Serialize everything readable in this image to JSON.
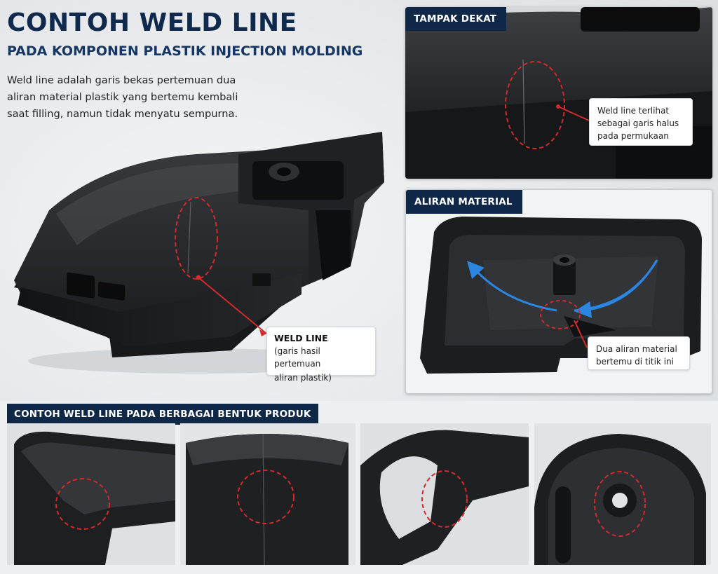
{
  "header": {
    "title": "CONTOH WELD LINE",
    "subtitle": "PADA KOMPONEN PLASTIK INJECTION MOLDING",
    "intro": "Weld line adalah garis bekas pertemuan dua aliran material plastik yang bertemu kembali saat filling, namun tidak menyatu sempurna."
  },
  "main_callout": {
    "heading": "WELD LINE",
    "line1": "(garis hasil pertemuan",
    "line2": "aliran plastik)"
  },
  "panel_close": {
    "tag": "TAMPAK DEKAT",
    "callout_line1": "Weld line terlihat",
    "callout_line2": "sebagai garis halus",
    "callout_line3": "pada permukaan"
  },
  "panel_flow": {
    "tag": "ALIRAN MATERIAL",
    "callout_line1": "Dua aliran material",
    "callout_line2": "bertemu di titik ini"
  },
  "bottom": {
    "tag": "CONTOH WELD LINE PADA BERBAGAI BENTUK PRODUK"
  },
  "colors": {
    "navy": "#0f2848",
    "marker_red": "#d42a2a",
    "flow_blue": "#2a86e0",
    "plastic_black": "#1d1e20"
  }
}
